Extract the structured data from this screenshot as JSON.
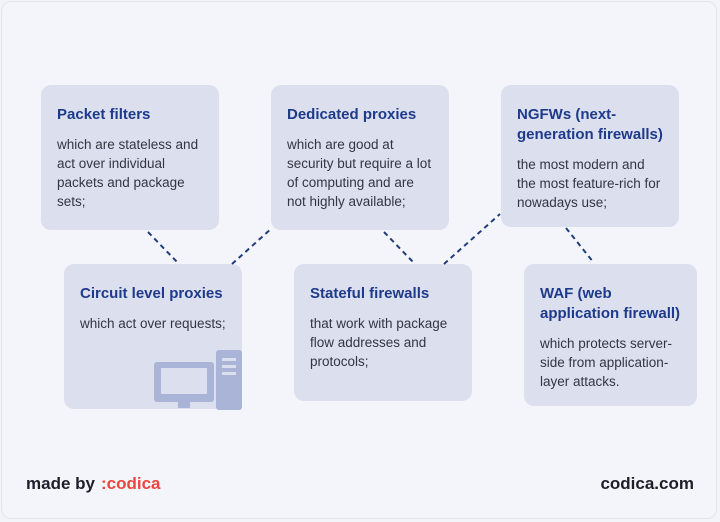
{
  "cards": [
    {
      "id": "packet-filters",
      "title": "Packet filters",
      "desc": "which are stateless and act over individual packets and package sets;"
    },
    {
      "id": "dedicated-proxies",
      "title": "Dedicated proxies",
      "desc": "which are good at security but require a lot of computing and are not highly available;"
    },
    {
      "id": "ngfws",
      "title": "NGFWs (next-generation firewalls)",
      "desc": "the most modern and the most feature-rich for nowadays use;"
    },
    {
      "id": "circuit-level-proxies",
      "title": "Circuit level proxies",
      "desc": "which act over requests;"
    },
    {
      "id": "stateful-firewalls",
      "title": "Stateful firewalls",
      "desc": "that work with package flow addresses and protocols;"
    },
    {
      "id": "waf",
      "title": "WAF (web application firewall)",
      "desc": "which protects server-side from application-layer attacks."
    }
  ],
  "footer": {
    "made_by": "made by",
    "brand": ":codica",
    "site": "codica.com"
  },
  "colors": {
    "card_bg": "#dcdfee",
    "title": "#1e3a8a",
    "connector": "#1f3d7a",
    "brand": "#e8463f",
    "icon": "#a9b4d6"
  }
}
